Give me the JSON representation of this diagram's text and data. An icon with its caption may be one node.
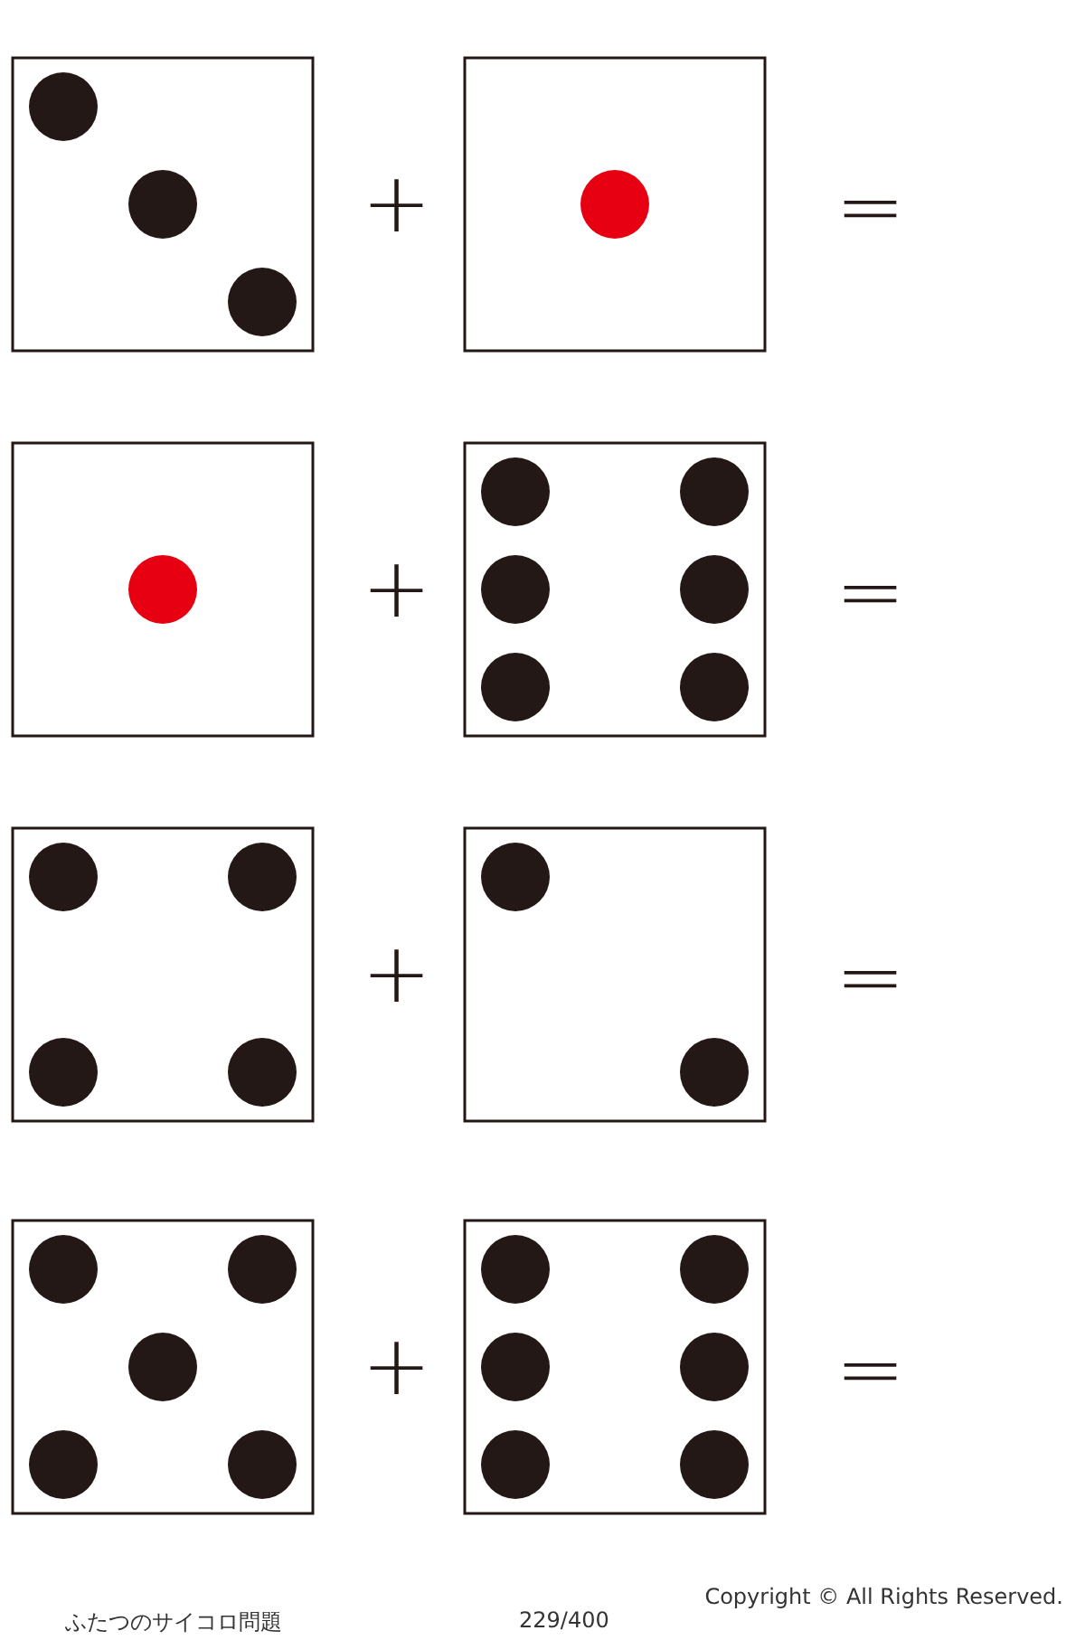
{
  "diagram": {
    "labels": [
      "+",
      "=",
      "+",
      "=",
      "+",
      "=",
      "+",
      "=",
      "ふたつのサイコロ問題",
      "229/400",
      "Copyright © All Rights Reserved."
    ]
  }
}
